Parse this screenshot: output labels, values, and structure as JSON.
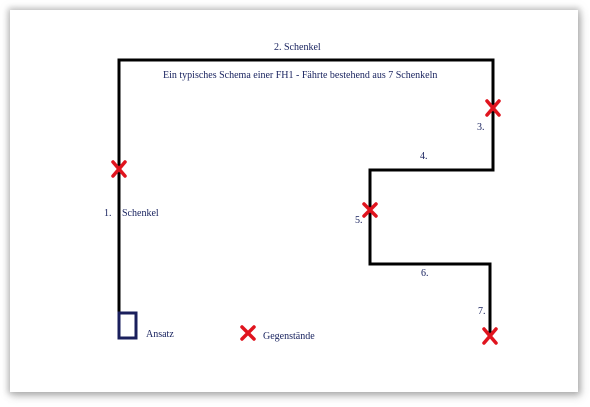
{
  "title": "Ein typisches Schema einer FH1 - Fährte bestehend aus 7 Schenkeln",
  "legs": {
    "leg1_number": "1.",
    "leg1_word": "Schenkel",
    "leg2": "2. Schenkel",
    "leg3": "3.",
    "leg4": "4.",
    "leg5": "5.",
    "leg6": "6.",
    "leg7": "7."
  },
  "legend": {
    "start": "Ansatz",
    "objects": "Gegenstände"
  },
  "colors": {
    "track": "#000000",
    "start_box": "#1a1f5c",
    "object_marker": "#e0141e",
    "text": "#1a2460"
  }
}
